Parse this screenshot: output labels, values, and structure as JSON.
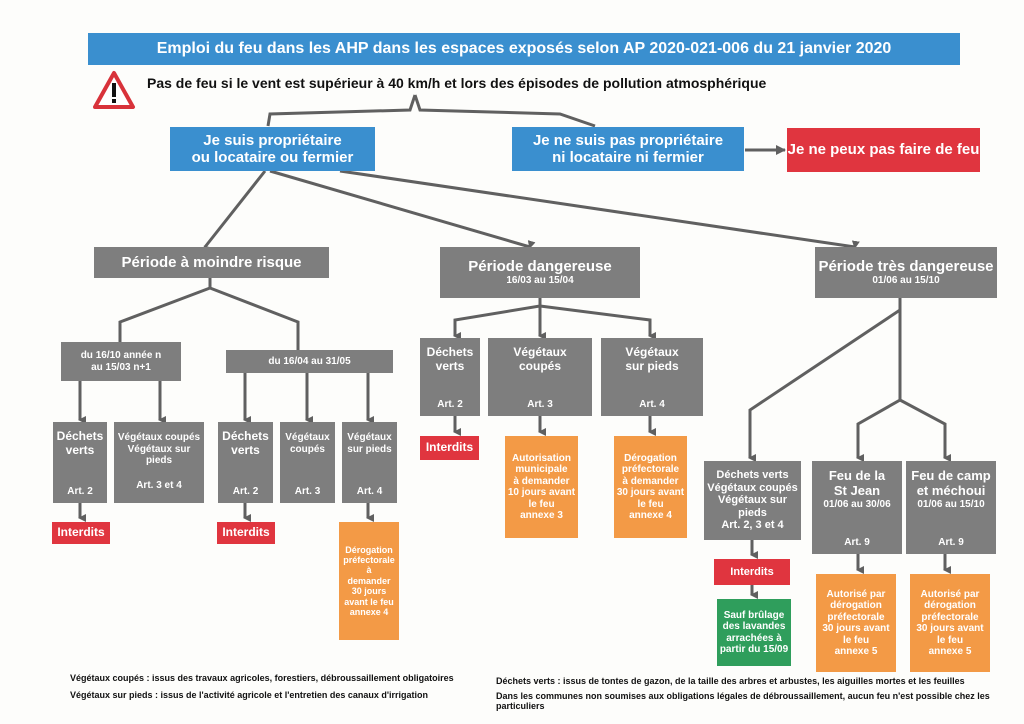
{
  "header": {
    "title": "Emploi du feu dans les AHP dans les espaces exposés selon AP 2020-021-006 du 21 janvier 2020",
    "warning": "Pas de feu si le vent est supérieur à 40 km/h et lors des épisodes de pollution atmosphérique"
  },
  "owner": {
    "line1": "Je suis propriétaire",
    "line2": "ou locataire ou fermier"
  },
  "not_owner": {
    "line1": "Je ne suis pas propriétaire",
    "line2": "ni locataire ni fermier"
  },
  "no_fire": "Je ne peux pas faire de feu",
  "periods": {
    "low": {
      "title": "Période à moindre risque"
    },
    "danger": {
      "title": "Période dangereuse",
      "dates": "16/03 au 15/04"
    },
    "very_danger": {
      "title": "Période très dangereuse",
      "dates": "01/06 au 15/10"
    }
  },
  "low_periods": {
    "p1": {
      "line1": "du 16/10 année n",
      "line2": "au 15/03 n+1"
    },
    "p2": {
      "line1": "du 16/04 au 31/05"
    }
  },
  "boxes": {
    "a_dechets": {
      "line1": "Déchets",
      "line2": "verts",
      "art": "Art. 2"
    },
    "a_vegetaux": {
      "line1": "Végétaux coupés",
      "line2": "Végétaux sur pieds",
      "art": "Art. 3 et 4"
    },
    "b_dechets": {
      "line1": "Déchets",
      "line2": "verts",
      "art": "Art. 2"
    },
    "b_coupes": {
      "line1": "Végétaux",
      "line2": "coupés",
      "art": "Art. 3"
    },
    "b_pieds": {
      "line1": "Végétaux",
      "line2": "sur pieds",
      "art": "Art. 4"
    },
    "d_dechets": {
      "line1": "Déchets",
      "line2": "verts",
      "art": "Art. 2"
    },
    "d_coupes": {
      "line1": "Végétaux",
      "line2": "coupés",
      "art": "Art. 3"
    },
    "d_pieds": {
      "line1": "Végétaux",
      "line2": "sur pieds",
      "art": "Art. 4"
    },
    "v_all": {
      "line1": "Déchets verts",
      "line2": "Végétaux coupés",
      "line3": "Végétaux sur pieds",
      "line4": "Art. 2, 3 et 4"
    },
    "v_stjean": {
      "line1": "Feu de la",
      "line2": "St Jean",
      "line3": "01/06 au 30/06",
      "art": "Art. 9"
    },
    "v_camp": {
      "line1": "Feu de camp",
      "line2": "et méchoui",
      "line3": "01/06 au 15/10",
      "art": "Art. 9"
    }
  },
  "results": {
    "interdits": "Interdits",
    "derog_left": [
      "Dérogation",
      "préfectorale",
      "à",
      "demander",
      "30 jours",
      "avant le feu",
      "annexe 4"
    ],
    "autorisation_mun": [
      "Autorisation",
      "municipale",
      "à demander",
      "10 jours avant",
      "le feu",
      "annexe 3"
    ],
    "derog_mid": [
      "Dérogation",
      "préfectorale",
      "à demander",
      "30 jours avant",
      "le feu",
      "annexe 4"
    ],
    "sauf_brulage": [
      "Sauf brûlage",
      "des lavandes",
      "arrachées à",
      "partir du 15/09"
    ],
    "autorise_derog": [
      "Autorisé par",
      "dérogation",
      "préfectorale",
      "30 jours avant",
      "le feu",
      "annexe 5"
    ]
  },
  "footnotes": {
    "vegetaux_coupes": "Végétaux coupés : issus des travaux agricoles, forestiers, débroussaillement obligatoires",
    "vegetaux_pieds": "Végétaux sur pieds : issus de l'activité agricole et l'entretien des canaux d'irrigation",
    "dechets_verts": "Déchets verts : issus de tontes de gazon, de la taille des arbres et arbustes, les aiguilles mortes et les feuilles",
    "communes": "Dans les communes non soumises aux obligations légales de débroussaillement, aucun feu n'est possible chez les particuliers"
  },
  "icons": {
    "warning": "warning-triangle-icon"
  },
  "colors": {
    "blue": "#3a8fcf",
    "gray": "#7e7e7e",
    "red": "#e0353f",
    "orange": "#f39a46",
    "green": "#2f9e5c",
    "connector": "#606060"
  }
}
